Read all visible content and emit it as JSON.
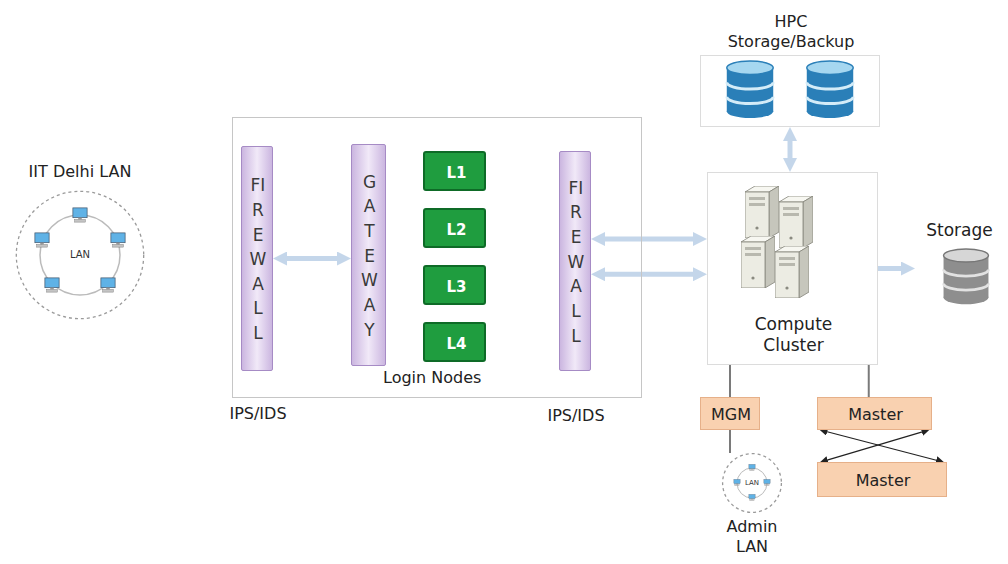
{
  "diagram": {
    "nodes": [
      {
        "text": [
          "IIT Delhi LAN",
          "LAN"
        ]
      },
      {
        "text": [
          "Login Nodes"
        ]
      },
      {
        "text": [
          "FIREWALL",
          "IPS/IDS"
        ],
        "in": 1
      },
      {
        "text": [
          "GATEWAY"
        ],
        "in": 1
      },
      {
        "text": [
          "L1"
        ],
        "in": 1
      },
      {
        "text": [
          "L2"
        ],
        "in": 1
      },
      {
        "text": [
          "L3"
        ],
        "in": 1
      },
      {
        "text": [
          "L4"
        ],
        "in": 1
      },
      {
        "text": [
          "FIREWALL",
          "IPS/IDS"
        ],
        "in": 1
      },
      {
        "text": [
          "HPC Storage/Backup"
        ]
      },
      {
        "text": [
          "Compute Cluster"
        ]
      },
      {
        "text": [
          "Storage"
        ]
      },
      {
        "text": [
          "MGM"
        ]
      },
      {
        "text": [
          "Master"
        ]
      },
      {
        "text": [
          "Master"
        ]
      },
      {
        "text": [
          "LAN",
          "Admin LAN"
        ]
      }
    ],
    "edges": [
      {
        "from": 2,
        "to": 3,
        "arrow": "both"
      },
      {
        "from": 8,
        "to": 10,
        "arrow": "both"
      },
      {
        "from": 8,
        "to": 10,
        "arrow": "both"
      },
      {
        "from": 9,
        "to": 10,
        "arrow": "both"
      },
      {
        "from": 10,
        "to": 11,
        "arrow": "to"
      },
      {
        "from": 10,
        "to": 12,
        "arrow": "none"
      },
      {
        "from": 12,
        "to": 15,
        "arrow": "none"
      },
      {
        "from": 10,
        "to": 13,
        "arrow": "none"
      },
      {
        "from": 13,
        "to": 14,
        "arrow": "both"
      },
      {
        "from": 13,
        "to": 14,
        "arrow": "both"
      }
    ]
  }
}
